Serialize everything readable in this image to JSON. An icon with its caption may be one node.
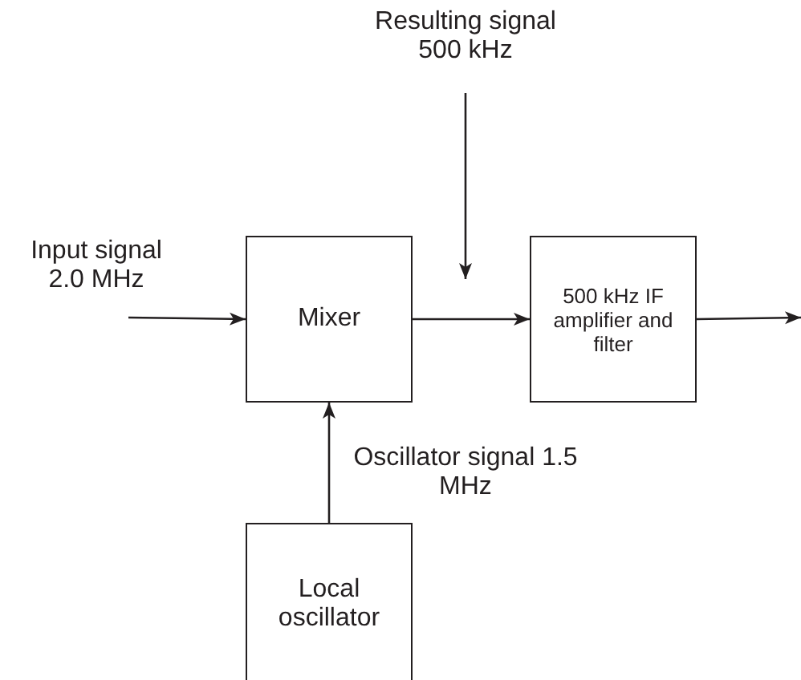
{
  "diagram": {
    "nodes": [
      {
        "text": [
          "Input signal 2.0 MHz"
        ]
      },
      {
        "text": [
          "Resulting signal 500 kHz"
        ]
      },
      {
        "text": [
          "Mixer"
        ]
      },
      {
        "text": [
          "500 kHz IF amplifier and filter"
        ]
      },
      {
        "text": [
          "Local oscillator"
        ]
      }
    ],
    "edges": [
      {
        "from": 0,
        "to": 2,
        "arrow": "to"
      },
      {
        "from": 1,
        "to": null,
        "arrow": "to"
      },
      {
        "from": 2,
        "to": 3,
        "arrow": "to"
      },
      {
        "from": 3,
        "to": null,
        "arrow": "to"
      },
      {
        "from": 4,
        "to": 2,
        "arrow": "to",
        "label": "Oscillator signal 1.5 MHz"
      }
    ]
  }
}
